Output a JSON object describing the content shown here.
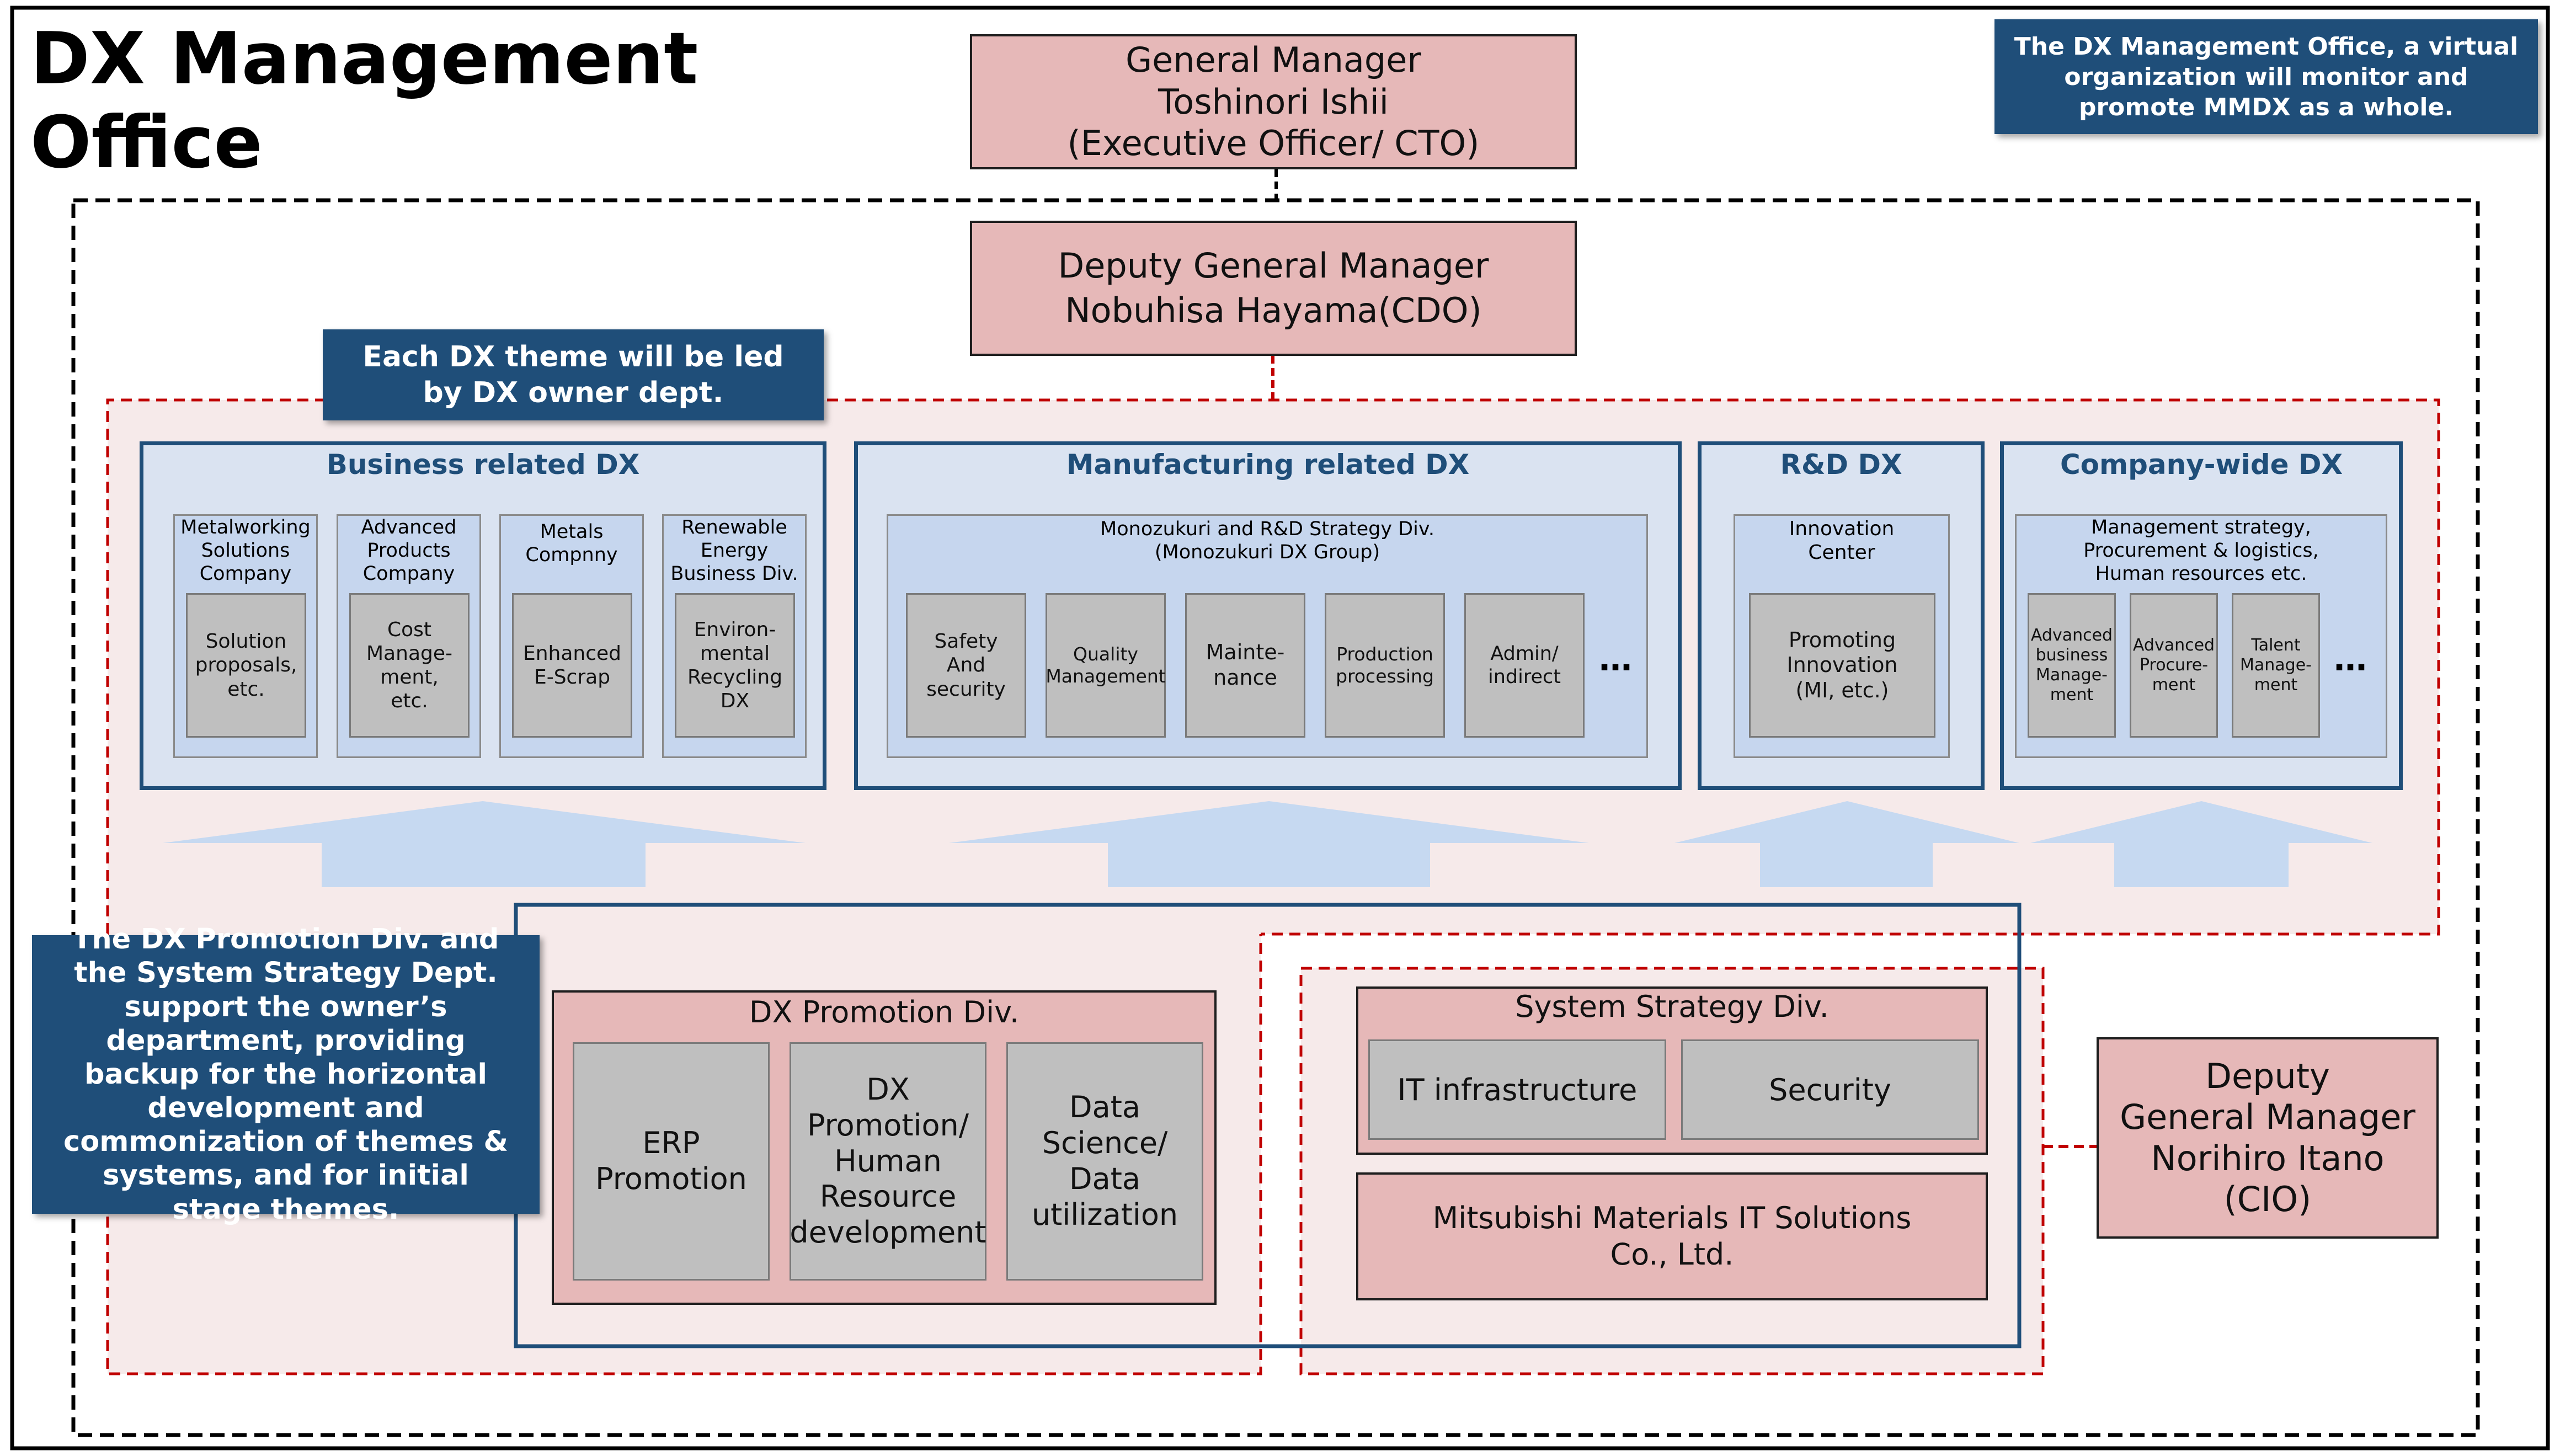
{
  "title": "DX Management Office",
  "callouts": {
    "top_right": "The DX Management Office, a virtual organization will monitor and promote MMDX as a whole.",
    "theme_owner": "Each DX theme will be led by DX owner dept.",
    "support": "The DX Promotion Div. and the System Strategy Dept. support the owner’s department, providing backup for the horizontal development and commonization of themes & systems, and for initial stage themes."
  },
  "general_manager": "General Manager\nToshinori Ishii\n(Executive Officer/ CTO)",
  "deputy_gm_cdo": "Deputy General Manager\nNobuhisa Hayama(CDO)",
  "deputy_gm_cio": "Deputy\nGeneral Manager\nNorihiro Itano\n(CIO)",
  "business_dx": {
    "title": "Business related DX",
    "units": [
      {
        "label": "Metalworking\nSolutions\nCompany",
        "theme": "Solution\nproposals,\netc."
      },
      {
        "label": "Advanced\nProducts\nCompany",
        "theme": "Cost\nManage-\nment,\netc."
      },
      {
        "label": "Metals\nCompnny",
        "theme": "Enhanced\nE-Scrap"
      },
      {
        "label": "Renewable\nEnergy\nBusiness Div.",
        "theme": "Environ-\nmental\nRecycling\nDX"
      }
    ]
  },
  "manufacturing_dx": {
    "title": "Manufacturing related DX",
    "division": "Monozukuri and R&D Strategy Div.\n(Monozukuri DX Group)",
    "themes": [
      "Safety\nAnd\nsecurity",
      "Quality\nManagement",
      "Mainte-\nnance",
      "Production\nprocessing",
      "Admin/\nindirect"
    ],
    "more": "…"
  },
  "rd_dx": {
    "title": "R&D DX",
    "division": "Innovation\nCenter",
    "theme": "Promoting\nInnovation\n(MI, etc.)"
  },
  "company_dx": {
    "title": "Company-wide DX",
    "division": "Management strategy,\nProcurement & logistics,\nHuman resources etc.",
    "themes": [
      "Advanced\nbusiness\nManage-\nment",
      "Advanced\nProcure-\nment",
      "Talent\nManage-\nment"
    ],
    "more": "…"
  },
  "dx_promotion": {
    "title": "DX Promotion Div.",
    "items": [
      "ERP\nPromotion",
      "DX\nPromotion/\nHuman\nResource\ndevelopment",
      "Data\nScience/\nData\nutilization"
    ]
  },
  "system_strategy": {
    "title": "System Strategy Div.",
    "items": [
      "IT infrastructure",
      "Security"
    ]
  },
  "it_solutions": "Mitsubishi Materials IT Solutions\nCo., Ltd.",
  "colors": {
    "navy": "#1f4e79",
    "pink_box": "#e6b8b8",
    "light_blue": "#dae3f1",
    "mid_blue": "#c6d6ee",
    "gray": "#bfbfbf",
    "red_dash": "#c00000",
    "pale_pink": "#f6eaea"
  }
}
